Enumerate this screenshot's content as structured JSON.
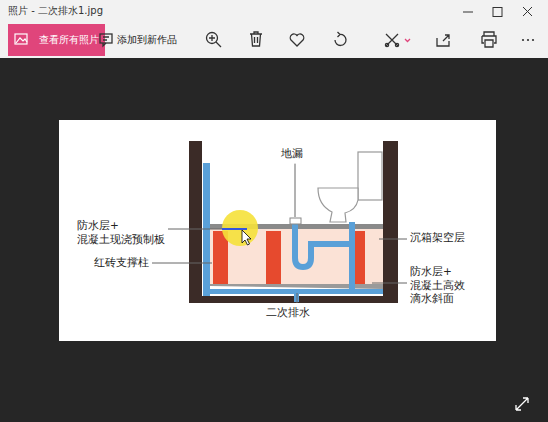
{
  "diagram": {
    "nodes": [
      {
        "text": [
          "照片 - 二次排水1.jpg"
        ]
      },
      {
        "text": [
          "添加到新作品"
        ]
      },
      {
        "text": [
          "查看所有照片"
        ],
        "in": 1
      }
    ],
    "labels": [
      "地漏",
      "防水层+ 混凝土现浇预制板",
      "红砖支撑柱",
      "沉箱架空层",
      "防水层+ 混凝土高效 滴水斜面",
      "二次排水"
    ]
  }
}
